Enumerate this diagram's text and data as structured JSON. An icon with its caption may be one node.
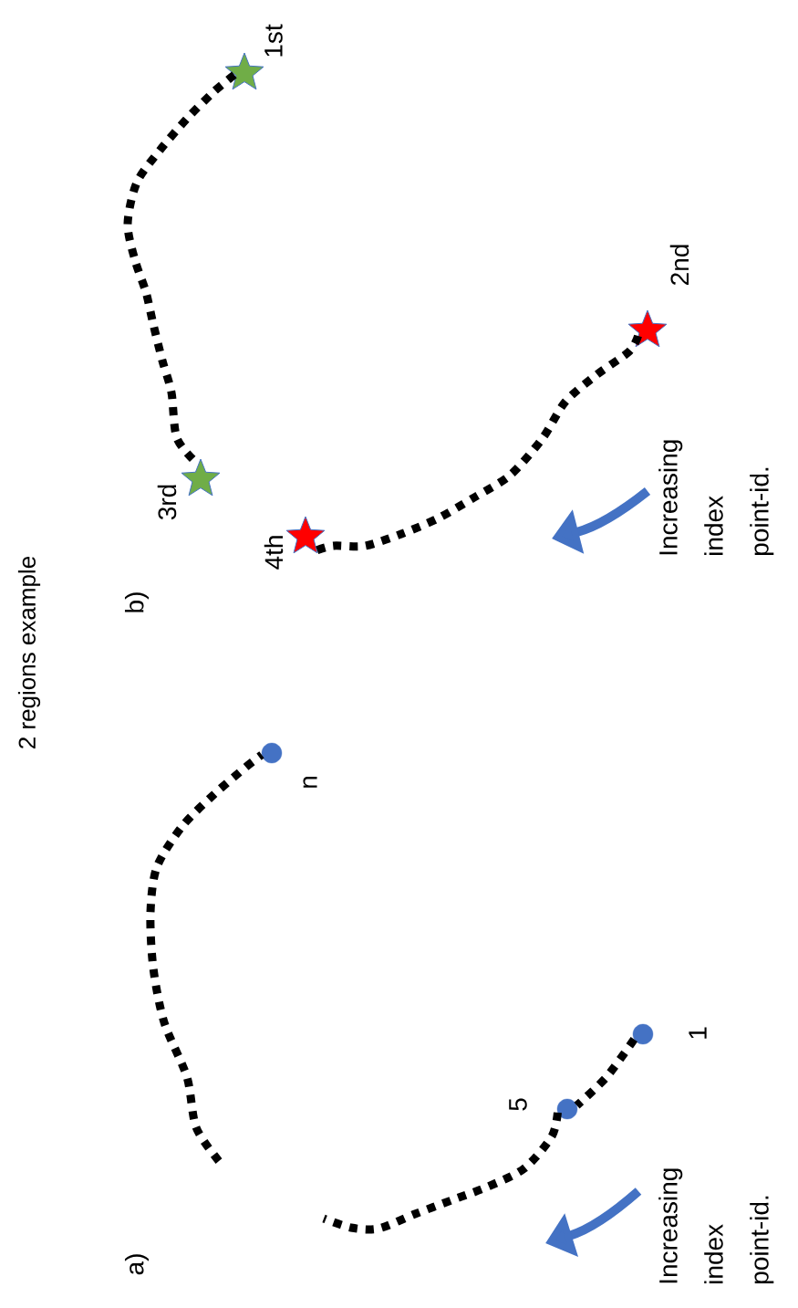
{
  "diagram": {
    "title": "2 regions example",
    "nodes": [
      {
        "text": [],
        "shape": "circle",
        "beside": [
          "1"
        ]
      },
      {
        "text": [],
        "shape": "circle",
        "beside": [
          "5"
        ]
      },
      {
        "text": [],
        "shape": "circle",
        "beside": [
          "n"
        ]
      },
      {
        "text": [],
        "shape": "star",
        "beside": [
          "1st"
        ]
      },
      {
        "text": [],
        "shape": "star",
        "beside": [
          "2nd"
        ]
      },
      {
        "text": [],
        "shape": "star",
        "beside": [
          "3rd"
        ]
      },
      {
        "text": [],
        "shape": "star",
        "beside": [
          "4th"
        ]
      }
    ],
    "edges": [
      {
        "from": 0,
        "to": 1,
        "arrow": "none",
        "style": "dashed"
      },
      {
        "from": 1,
        "to": null,
        "arrow": "none",
        "style": "dashed"
      },
      {
        "from": null,
        "to": 2,
        "arrow": "none",
        "style": "dashed"
      },
      {
        "from": 3,
        "to": 5,
        "arrow": "none",
        "style": "dashed"
      },
      {
        "from": 4,
        "to": 6,
        "arrow": "none",
        "style": "dashed"
      }
    ],
    "labels": [
      "a)",
      "Increasing index point-id.",
      "b)",
      "Increasing index point-id."
    ]
  }
}
